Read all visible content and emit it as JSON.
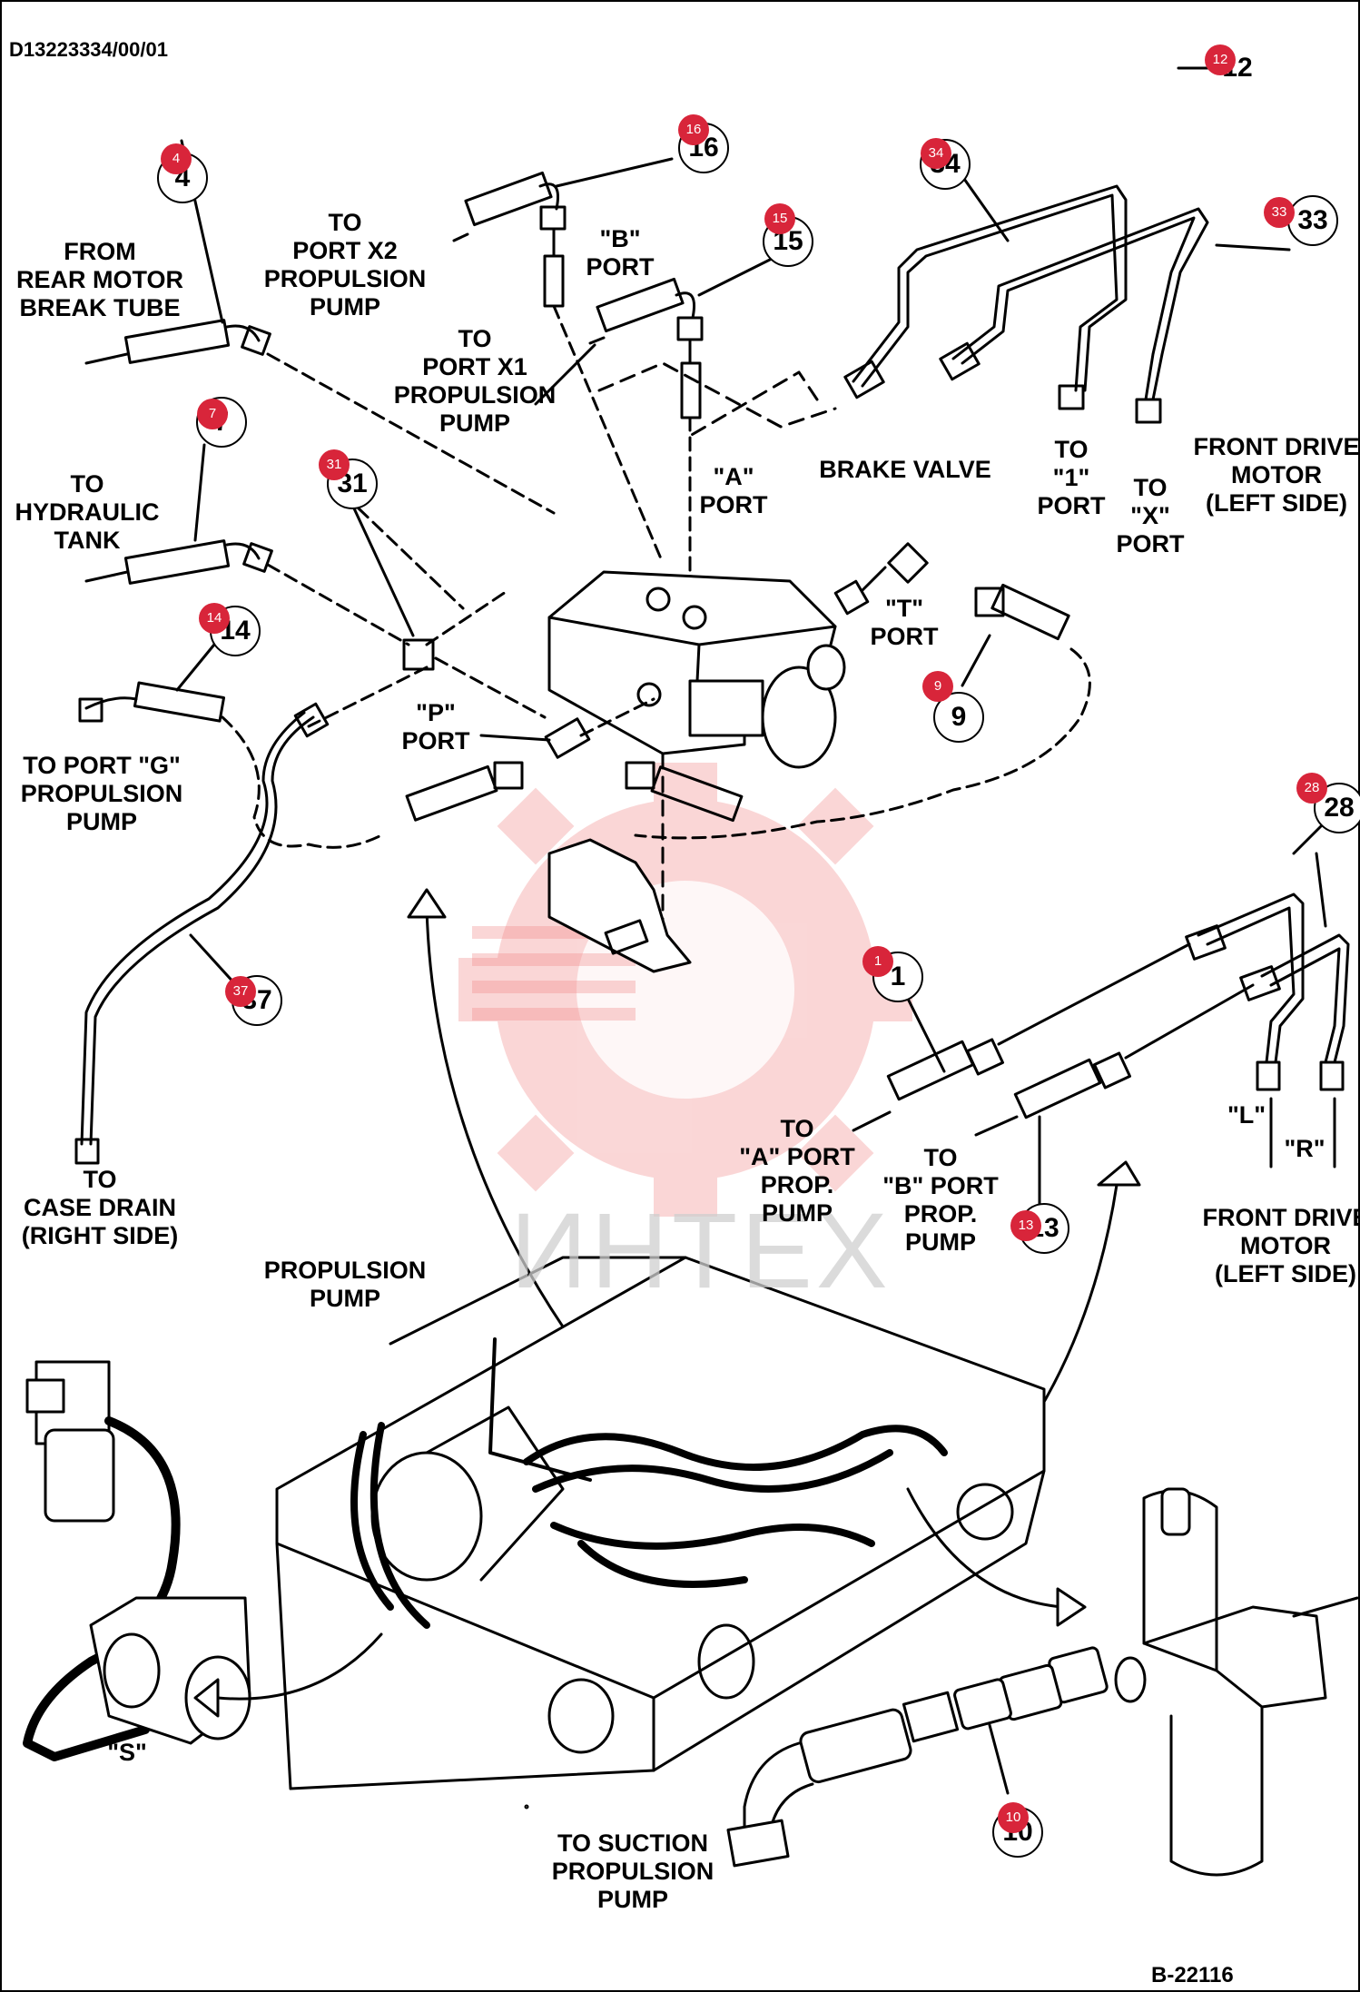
{
  "drawing_id": "D13223334/00/01",
  "figure_id": "B-22116",
  "watermark": {
    "text": "ИНТЕХ",
    "color": "#f28b8b"
  },
  "accent_color": "#d8253a",
  "labels": {
    "from_rear_motor": "FROM\nREAR MOTOR\nBREAK TUBE",
    "to_port_x2": "TO\nPORT X2\nPROPULSION\nPUMP",
    "b_port": "\"B\"\nPORT",
    "to_port_x1": "TO\nPORT X1\nPROPULSION\nPUMP",
    "to_1_port": "TO\n\"1\"\nPORT",
    "to_x_port": "TO\n\"X\"\nPORT",
    "front_drive_motor_top": "FRONT DRIVE\nMOTOR\n(LEFT SIDE)",
    "to_hydraulic_tank": "TO\nHYDRAULIC\nTANK",
    "a_port": "\"A\"\nPORT",
    "brake_valve": "BRAKE VALVE",
    "t_port": "\"T\"\nPORT",
    "p_port": "\"P\"\nPORT",
    "to_port_g": "TO PORT \"G\"\nPROPULSION\nPUMP",
    "to_case_drain": "TO\nCASE DRAIN\n(RIGHT SIDE)",
    "to_a_port_prop": "TO\n\"A\" PORT\nPROP.\nPUMP",
    "to_b_port_prop": "TO\n\"B\" PORT\nPROP.\nPUMP",
    "l_port": "\"L\"",
    "r_port": "\"R\"",
    "front_drive_motor_bottom": "FRONT DRIVE\nMOTOR\n(LEFT SIDE)",
    "propulsion_pump": "PROPULSION\nPUMP",
    "s_port": "\"S\"",
    "to_suction": "TO SUCTION\nPROPULSION\nPUMP"
  },
  "callouts": [
    "4",
    "16",
    "15",
    "34",
    "33",
    "7",
    "31",
    "14",
    "9",
    "28",
    "1",
    "37",
    "13",
    "10",
    "12"
  ],
  "markers": [
    "4",
    "16",
    "15",
    "34",
    "33",
    "7",
    "31",
    "14",
    "9",
    "28",
    "1",
    "37",
    "13",
    "10",
    "12"
  ]
}
